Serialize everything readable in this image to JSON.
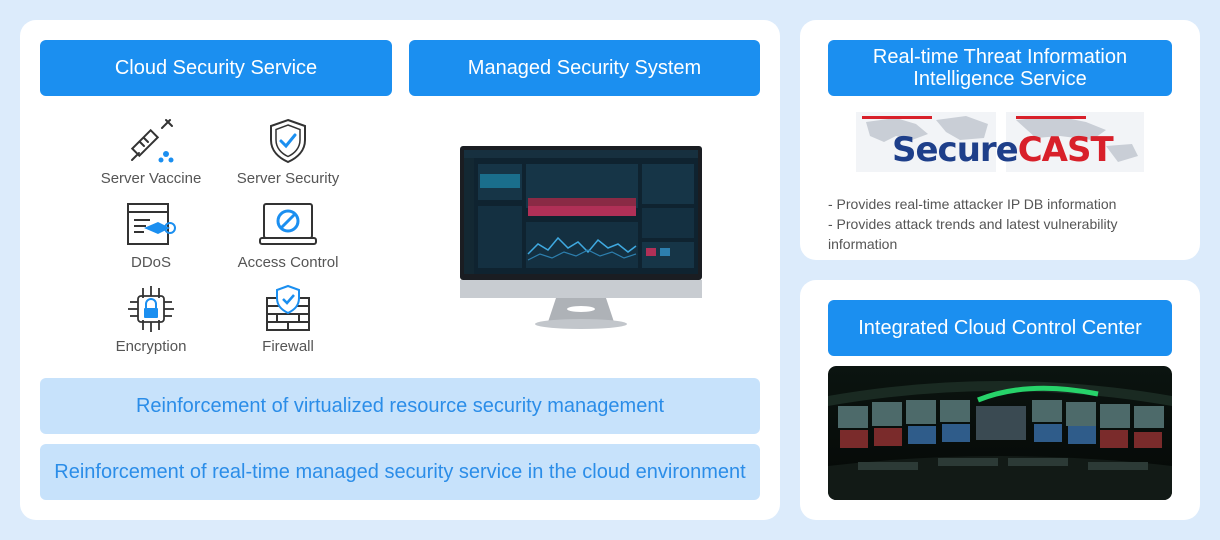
{
  "cloud_security": {
    "title": "Cloud Security Service",
    "services": [
      {
        "label": "Server Vaccine",
        "icon": "syringe-icon"
      },
      {
        "label": "Server Security",
        "icon": "shield-check-icon"
      },
      {
        "label": "DDoS",
        "icon": "ddos-icon"
      },
      {
        "label": "Access Control",
        "icon": "no-entry-monitor-icon"
      },
      {
        "label": "Encryption",
        "icon": "lock-circuit-icon"
      },
      {
        "label": "Firewall",
        "icon": "firewall-icon"
      }
    ]
  },
  "managed_security": {
    "title": "Managed Security System",
    "image": "monitor-dashboard-icon"
  },
  "reinforcements": [
    "Reinforcement of virtualized resource security management",
    "Reinforcement of real-time managed security service in the cloud environment"
  ],
  "threat_intel": {
    "title_line1": "Real-time Threat Information",
    "title_line2": "Intelligence Service",
    "logo": "SecureCAST",
    "bullets": [
      "- Provides real-time attacker IP DB information",
      "- Provides attack trends and latest vulnerability",
      "information"
    ]
  },
  "control_center": {
    "title": "Integrated Cloud Control Center",
    "image": "control-room-photo"
  },
  "colors": {
    "accent": "#1b8ff0",
    "light_accent": "#c7e2fb",
    "background": "#dcebfb",
    "logo_red": "#d8202a",
    "logo_blue": "#1e3f8a"
  }
}
